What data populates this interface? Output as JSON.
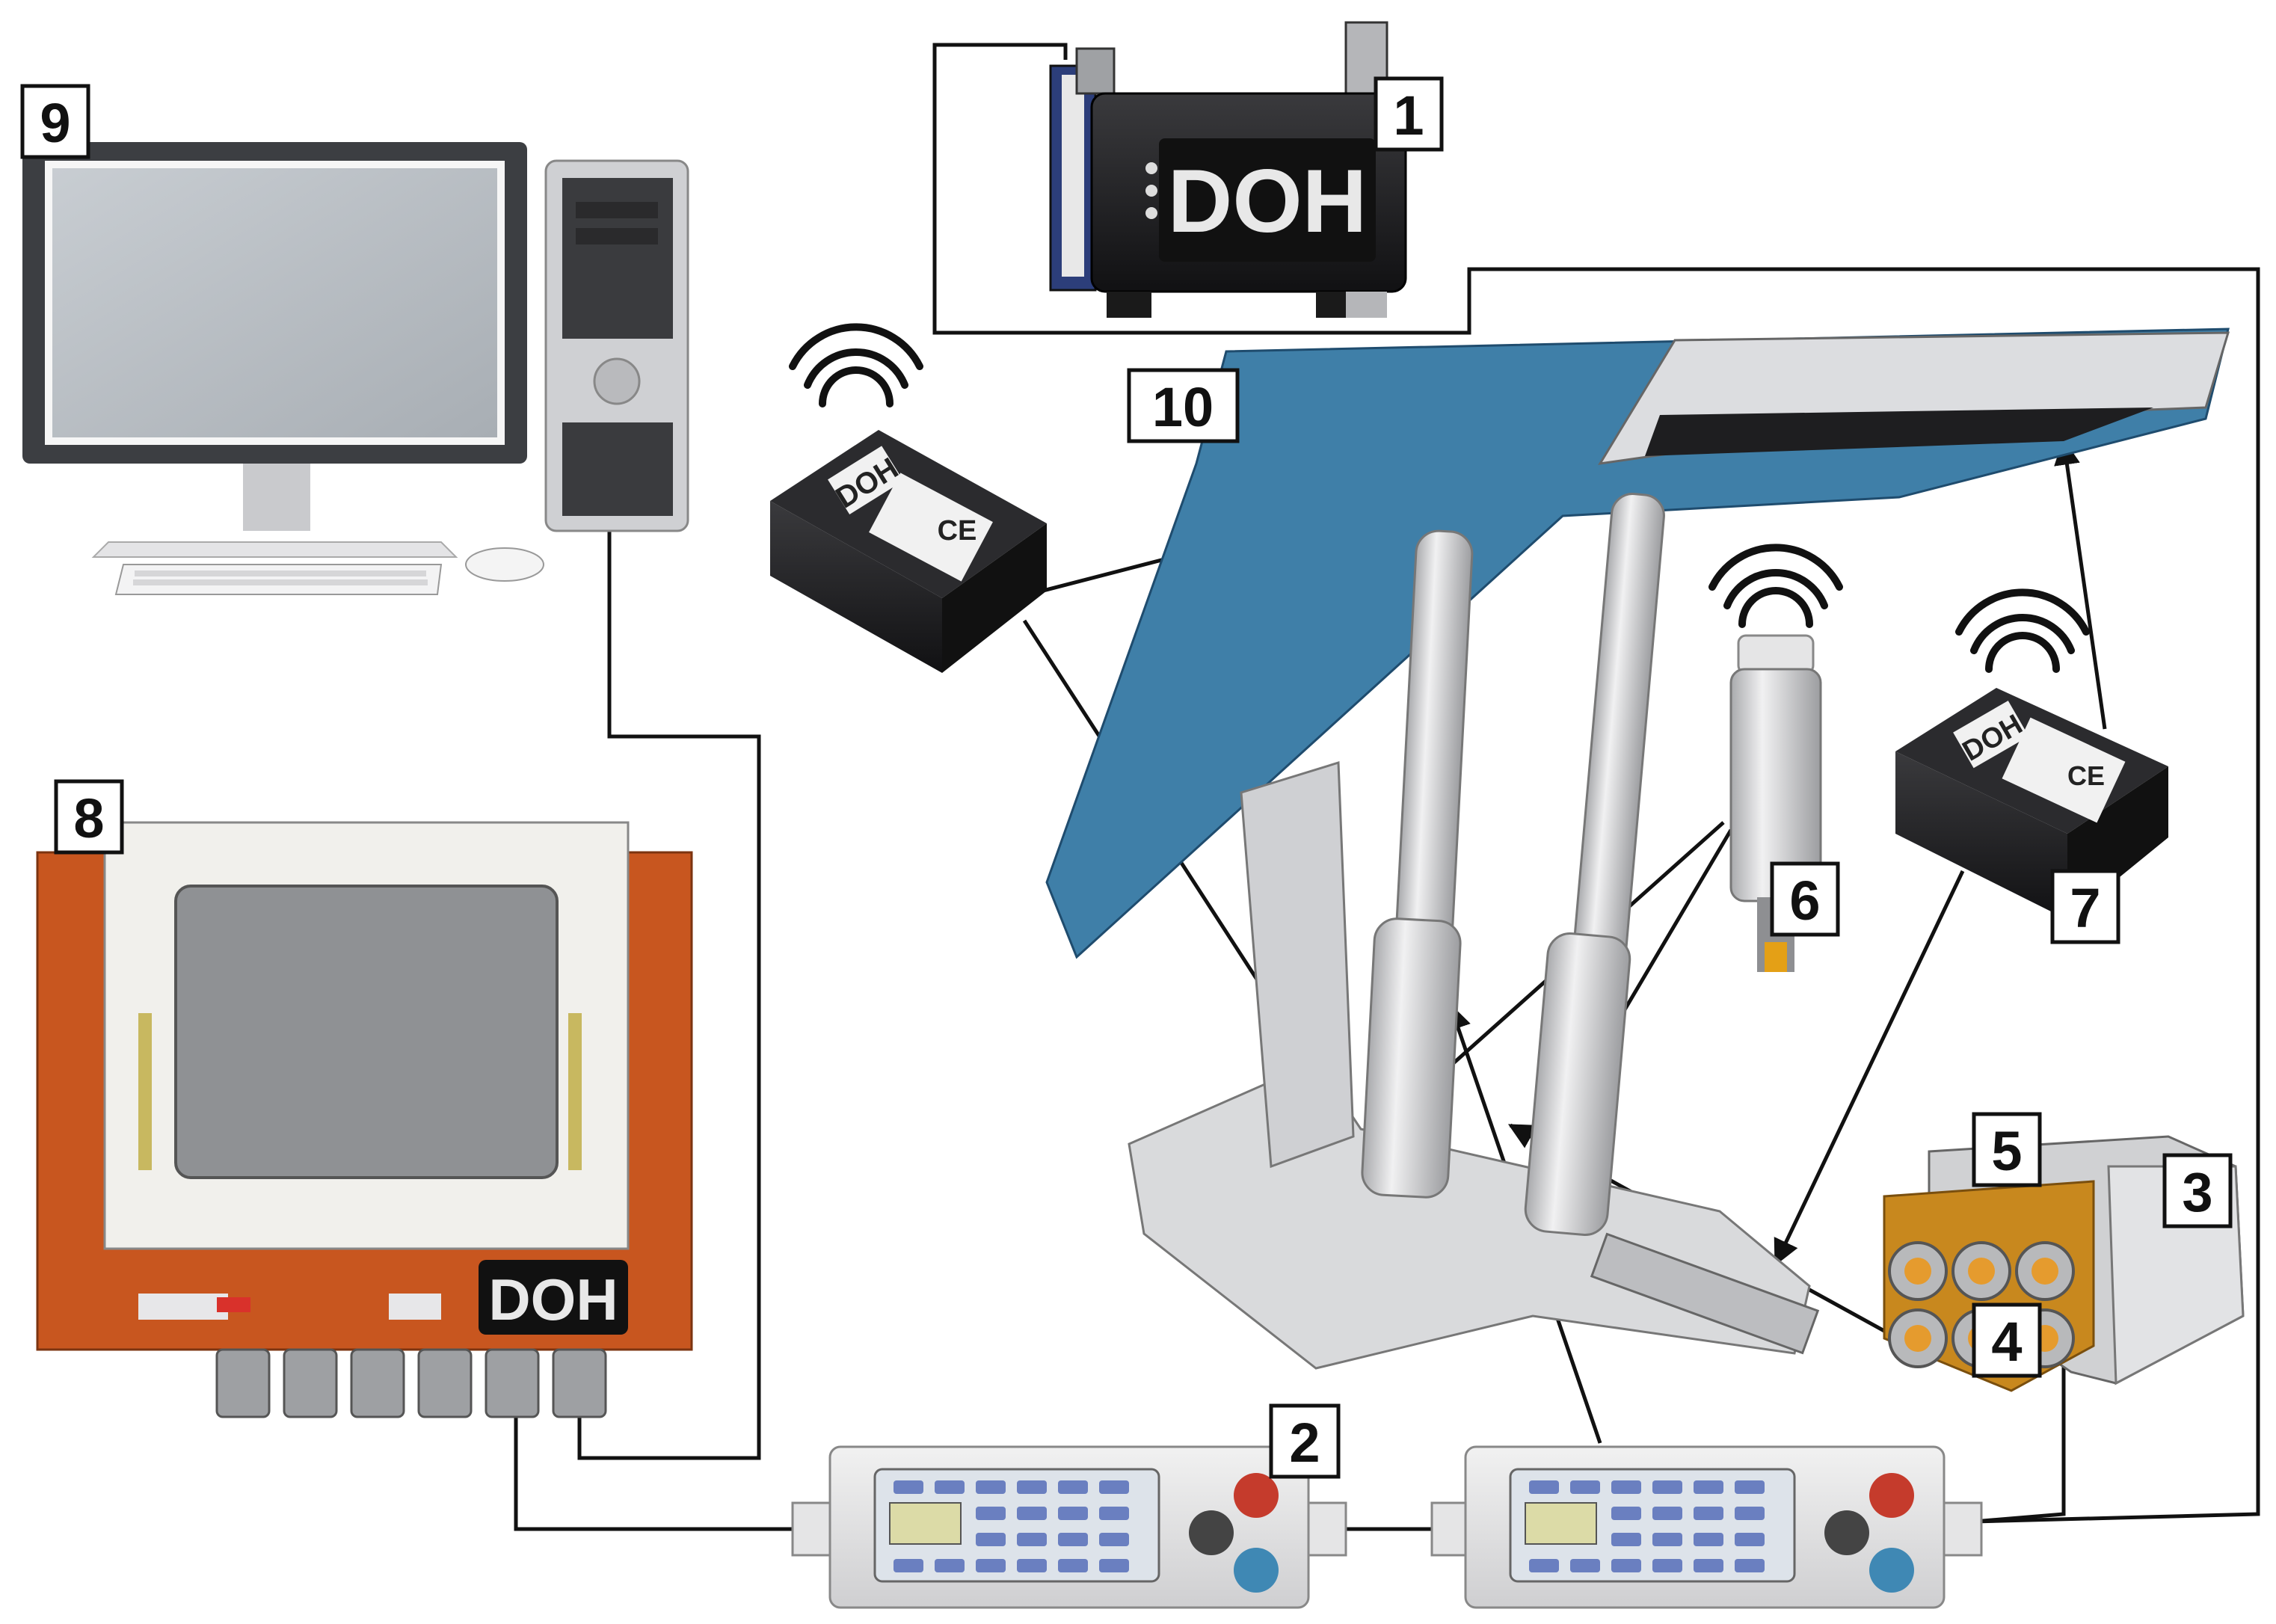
{
  "brand": {
    "logo_text": "DOH"
  },
  "colors": {
    "roof_blue": "#3f7fa8",
    "steel_grey": "#d9dadc",
    "panel_orange": "#c8561f",
    "box_black": "#1d1d1f",
    "lines": "#111111"
  },
  "labels": {
    "l1": "1",
    "l2": "2",
    "l3": "3",
    "l4": "4",
    "l5": "5",
    "l6": "6",
    "l7": "7",
    "l8": "8",
    "l9": "9",
    "l10": "10"
  },
  "icons": {
    "wifi": "wifi-signal-icon",
    "ce": "ce-mark-icon"
  },
  "markings": {
    "ce": "CE"
  }
}
